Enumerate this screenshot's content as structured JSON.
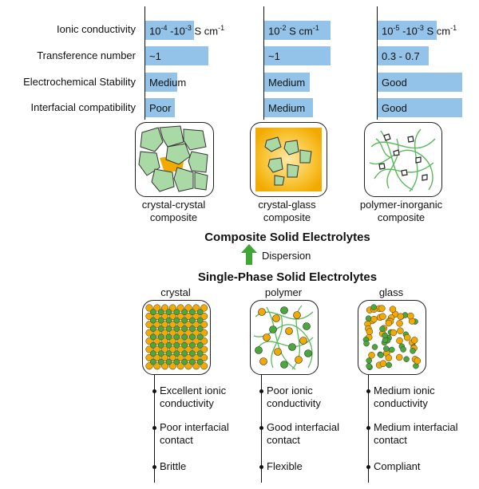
{
  "top_table": {
    "row_labels": [
      "Ionic conductivity",
      "Transference number",
      "Electrochemical Stability",
      "Interfacial compatibility"
    ],
    "columns": [
      {
        "values": [
          {
            "base": "10",
            "sup1": "-4",
            "mid": " -10",
            "sup2": "-3",
            "tail": " S cm",
            "sup3": "-1"
          },
          {
            "text": "~1"
          },
          {
            "text": "Medium"
          },
          {
            "text": "Poor"
          }
        ],
        "levels": [
          0.55,
          0.72,
          0.36,
          0.34
        ]
      },
      {
        "values": [
          {
            "base": "10",
            "sup1": "-2",
            "mid": " S cm",
            "sup2": "-1",
            "tail": "",
            "sup3": ""
          },
          {
            "text": "~1"
          },
          {
            "text": "Medium"
          },
          {
            "text": "Medium"
          }
        ],
        "levels": [
          0.75,
          0.75,
          0.52,
          0.55
        ]
      },
      {
        "values": [
          {
            "base": "10",
            "sup1": "-5",
            "mid": " -10",
            "sup2": "-3",
            "tail": " S cm",
            "sup3": "-1"
          },
          {
            "text": "0.3 - 0.7"
          },
          {
            "text": "Good"
          },
          {
            "text": "Good"
          }
        ],
        "levels": [
          0.7,
          0.6,
          1.0,
          1.0
        ]
      }
    ]
  },
  "composites": {
    "captions": [
      [
        "crystal-crystal",
        "composite"
      ],
      [
        "crystal-glass",
        "composite"
      ],
      [
        "polymer-inorganic",
        "composite"
      ]
    ],
    "title": "Composite Solid Electrolytes"
  },
  "arrow": {
    "label": "Dispersion",
    "color": "#3fa535"
  },
  "single_phase": {
    "title": "Single-Phase Solid Electrolytes",
    "columns": [
      {
        "name": "crystal",
        "props": [
          [
            "Excellent ionic",
            "conductivity"
          ],
          [
            "Poor interfacial",
            "contact"
          ],
          [
            "Brittle"
          ]
        ]
      },
      {
        "name": "polymer",
        "props": [
          [
            "Poor ionic",
            "conductivity"
          ],
          [
            "Good interfacial",
            "contact"
          ],
          [
            "Flexible"
          ]
        ]
      },
      {
        "name": "glass",
        "props": [
          [
            "Medium ionic",
            "conductivity"
          ],
          [
            "Medium interfacial",
            "contact"
          ],
          [
            "Compliant"
          ]
        ]
      }
    ]
  },
  "colors": {
    "bar": "#93c3e8",
    "crystal_fill": "#a9d9a4",
    "orange": "#f2a900",
    "green_dot": "#4aa83a",
    "fiber": "#5cb85c"
  }
}
